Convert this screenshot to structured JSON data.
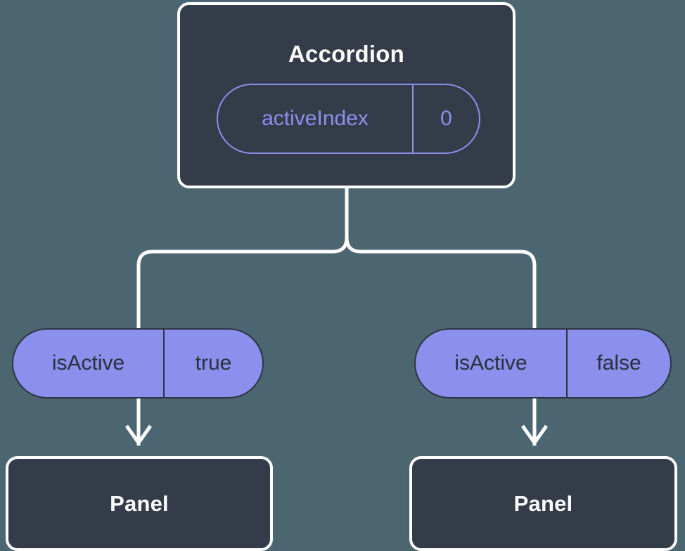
{
  "diagram": {
    "type": "component-prop-flow",
    "background_color": "#4b6670",
    "box_fill_color": "#343b49",
    "box_border_color": "#ffffff",
    "accent_color": "#8a90ec",
    "connector_color": "#ffffff",
    "root": {
      "title": "Accordion",
      "state_pill": {
        "key": "activeIndex",
        "value": "0",
        "style": "outlined"
      }
    },
    "branches": [
      {
        "prop_pill": {
          "key": "isActive",
          "value": "true",
          "style": "filled"
        },
        "child": {
          "title": "Panel"
        }
      },
      {
        "prop_pill": {
          "key": "isActive",
          "value": "false",
          "style": "filled"
        },
        "child": {
          "title": "Panel"
        }
      }
    ],
    "connectors": {
      "trunk": "vertical-split-to-two-branches",
      "arrow_icon": "arrow-down-icon"
    }
  }
}
